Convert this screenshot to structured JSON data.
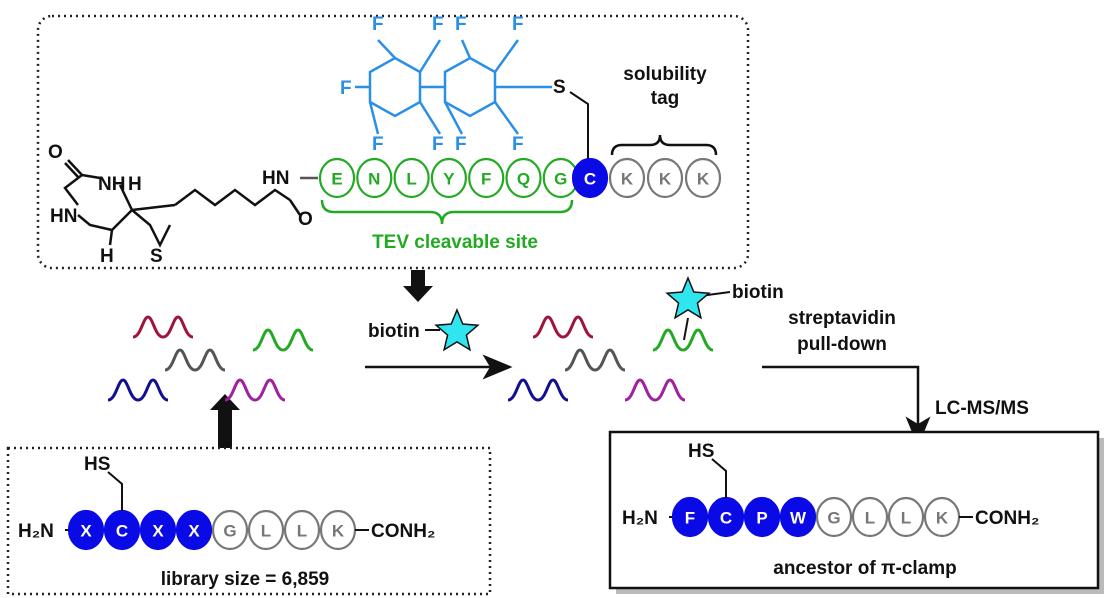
{
  "colors": {
    "green": "#22aa22",
    "fluoro": "#2a8fe6",
    "blue": "#0a0ae6",
    "grey": "#777777",
    "star": "#2fe6f0"
  },
  "top_box": {
    "amide_label": "HN",
    "biotin_atoms": {
      "o1": "O",
      "nh": "NH",
      "h1": "H",
      "hn": "HN",
      "h2": "H",
      "s": "S",
      "o2": "O"
    },
    "tev_residues": [
      "E",
      "N",
      "L",
      "Y",
      "F",
      "Q",
      "G"
    ],
    "cys_residue": "C",
    "tag_residues": [
      "K",
      "K",
      "K"
    ],
    "fluorine": "F",
    "sulfur": "S",
    "tag_label_1": "solubility",
    "tag_label_2": "tag",
    "tev_label": "TEV cleavable site"
  },
  "step1": {
    "biotin_label": "biotin"
  },
  "step2": {
    "biotin_label": "biotin",
    "label_1": "streptavidin",
    "label_2": "pull-down",
    "label_3": "LC-MS/MS"
  },
  "wave_colors": [
    "#a0143c",
    "#22aa22",
    "#555555",
    "#101090",
    "#a020a0"
  ],
  "library_box": {
    "hs": "HS",
    "n_term": "H₂N",
    "residues": [
      "X",
      "C",
      "X",
      "X",
      "G",
      "L",
      "L",
      "K"
    ],
    "c_term": "CONH₂",
    "caption": "library size = 6,859"
  },
  "result_box": {
    "hs": "HS",
    "n_term": "H₂N",
    "residues": [
      "F",
      "C",
      "P",
      "W",
      "G",
      "L",
      "L",
      "K"
    ],
    "c_term": "CONH₂",
    "caption": "ancestor of π-clamp"
  }
}
